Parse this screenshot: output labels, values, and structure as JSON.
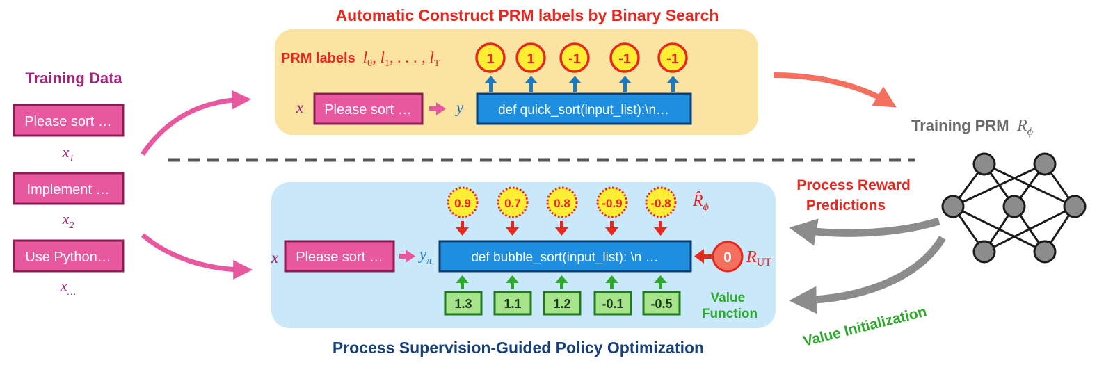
{
  "training_data": {
    "heading": "Training Data",
    "prompts": [
      "Please sort …",
      "Implement …",
      "Use Python…"
    ],
    "var_base": "x",
    "var_subs": [
      "1",
      "2",
      "…"
    ]
  },
  "prm_construct": {
    "title": "Automatic Construct PRM labels by Binary Search",
    "labels_caption": "PRM labels",
    "labels_math": [
      "l",
      "0",
      ", l",
      "1",
      ", . . . , l",
      "T"
    ],
    "x_var": "x",
    "prompt": "Please sort …",
    "y_var": "y",
    "code": "def quick_sort(input_list):\\n…",
    "labels": [
      "1",
      "1",
      "-1",
      "-1",
      "-1"
    ]
  },
  "training_prm": {
    "label": "Training PRM",
    "symbol": "R",
    "symbol_sub": "ϕ"
  },
  "predictions_label": [
    "Process Reward",
    "Predictions"
  ],
  "value_init_label": "Value Initialization",
  "policy_opt": {
    "title": "Process Supervision-Guided Policy Optimization",
    "x_var": "x",
    "prompt": "Please sort …",
    "y_var": "y",
    "y_sub": "π",
    "code": "def bubble_sort(input_list): \\n …",
    "reward_predictions": [
      "0.9",
      "0.7",
      "0.8",
      "-0.9",
      "-0.8"
    ],
    "r_hat_symbol": "R̂",
    "r_hat_sub": "ϕ",
    "ut_value": "0",
    "ut_symbol": "R",
    "ut_sub": "UT",
    "values": [
      "1.3",
      "1.1",
      "1.2",
      "-0.1",
      "-0.5"
    ],
    "value_fn_label": [
      "Value",
      "Function"
    ]
  },
  "colors": {
    "pink": "#e8589f",
    "pink_border": "#8c1d52",
    "magenta_text": "#a3257a",
    "red": "#e8271f",
    "blue_code": "#1e8fe0",
    "blue_border": "#0b3e72",
    "arrow_blue": "#1b78c2",
    "green": "#2ca82a",
    "yellow_panel": "#fbe3a1",
    "blue_panel": "#c9e8fa",
    "coral": "#f4705e",
    "gray": "#8c8c8c",
    "navy": "#17407a"
  }
}
